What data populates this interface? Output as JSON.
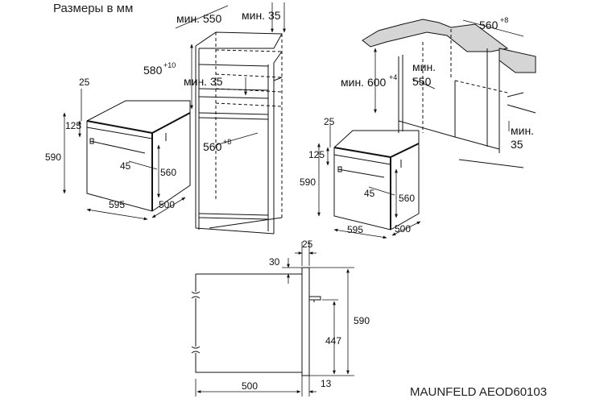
{
  "title": "Размеры в мм",
  "model": "MAUNFELD AEOD60103",
  "tall_cabinet": {
    "min_550": "мин. 550",
    "min_35_top": "мин. 35",
    "d580": "580",
    "d580_tol": "+10",
    "min_35_mid": "мин. 35",
    "d560": "560",
    "d560_tol": "+8"
  },
  "oven_left": {
    "d25": "25",
    "d125": "125",
    "d590": "590",
    "d45": "45",
    "d560": "560",
    "d595": "595",
    "d500": "500"
  },
  "counter_install": {
    "d560": "560",
    "d560_tol": "+8",
    "min_600": "мин. 600",
    "min_600_tol": "+4",
    "min_550_a": "мин.",
    "min_550_b": "550",
    "min_35_a": "мин.",
    "min_35_b": "35"
  },
  "oven_right": {
    "d25": "25",
    "d125": "125",
    "d590": "590",
    "d45": "45",
    "d560": "560",
    "d595": "595",
    "d500": "500"
  },
  "side_view": {
    "d25": "25",
    "d30": "30",
    "d590": "590",
    "d447": "447",
    "d500": "500",
    "d13": "13"
  },
  "icons": [
    "dimension-arrow-icon"
  ]
}
